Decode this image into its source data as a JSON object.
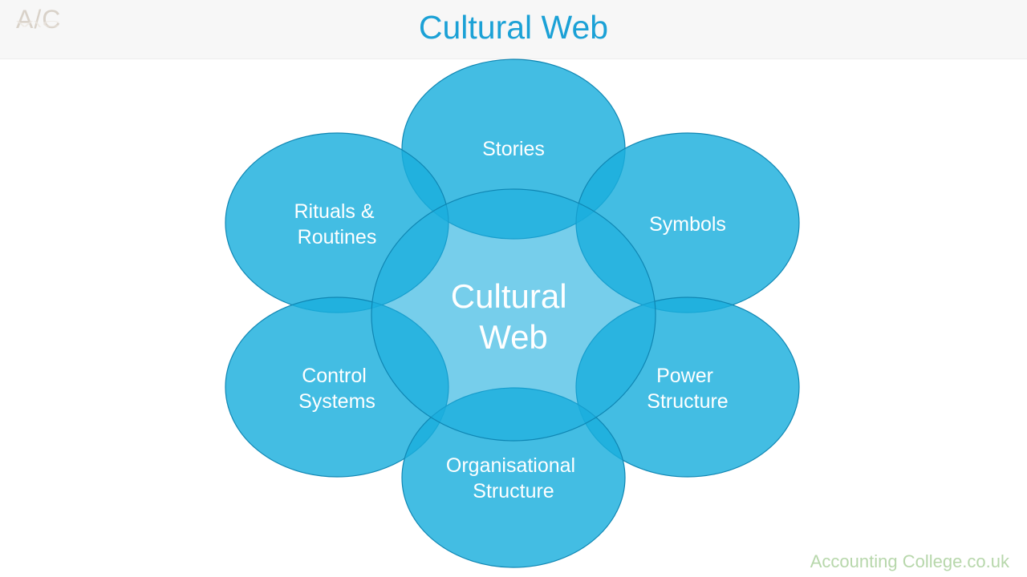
{
  "header": {
    "title": "Cultural Web",
    "logo_text": "A/C"
  },
  "diagram": {
    "center": {
      "lines": [
        "Cultural",
        "Web"
      ]
    },
    "nodes": [
      {
        "id": "stories",
        "lines": [
          "Stories"
        ]
      },
      {
        "id": "symbols",
        "lines": [
          "Symbols"
        ]
      },
      {
        "id": "power-structure",
        "lines": [
          "Power",
          "Structure"
        ]
      },
      {
        "id": "organisational-structure",
        "lines": [
          "Organisational",
          "Structure"
        ]
      },
      {
        "id": "control-systems",
        "lines": [
          "Control",
          "Systems"
        ]
      },
      {
        "id": "rituals-routines",
        "lines": [
          "Rituals &",
          "Routines"
        ]
      }
    ]
  },
  "footer": {
    "brand": "Accounting College.co.uk"
  },
  "colors": {
    "title": "#1ba1d6",
    "bubble_fill": "#1aaedd",
    "bubble_stroke": "#0f86b3",
    "label": "#ffffff",
    "brand": "#b7d7ab"
  }
}
